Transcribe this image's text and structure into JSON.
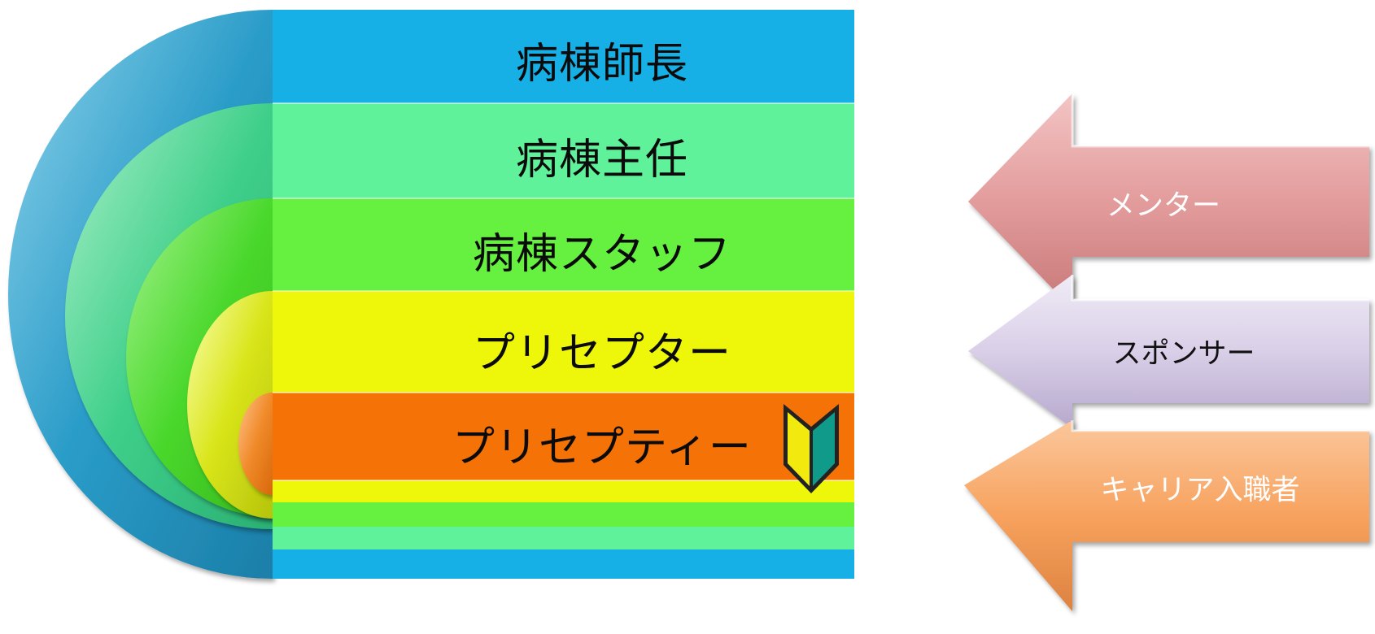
{
  "hierarchy": [
    {
      "label": "病棟師長",
      "color": "#16b0e6"
    },
    {
      "label": "病棟主任",
      "color": "#5ff29a"
    },
    {
      "label": "病棟スタッフ",
      "color": "#66f040"
    },
    {
      "label": "プリセプター",
      "color": "#eef60a"
    },
    {
      "label": "プリセプティー",
      "color": "#f57206"
    }
  ],
  "arrows": [
    {
      "label": "メンター",
      "color": "#e39c9c",
      "text_color": "#ffffff"
    },
    {
      "label": "スポンサー",
      "color": "#d9cfe8",
      "text_color": "#111111"
    },
    {
      "label": "キャリア入職者",
      "color": "#f7a25e",
      "text_color": "#ffffff"
    }
  ],
  "icons": {
    "beginner_mark": "beginner-driver-mark-icon"
  }
}
